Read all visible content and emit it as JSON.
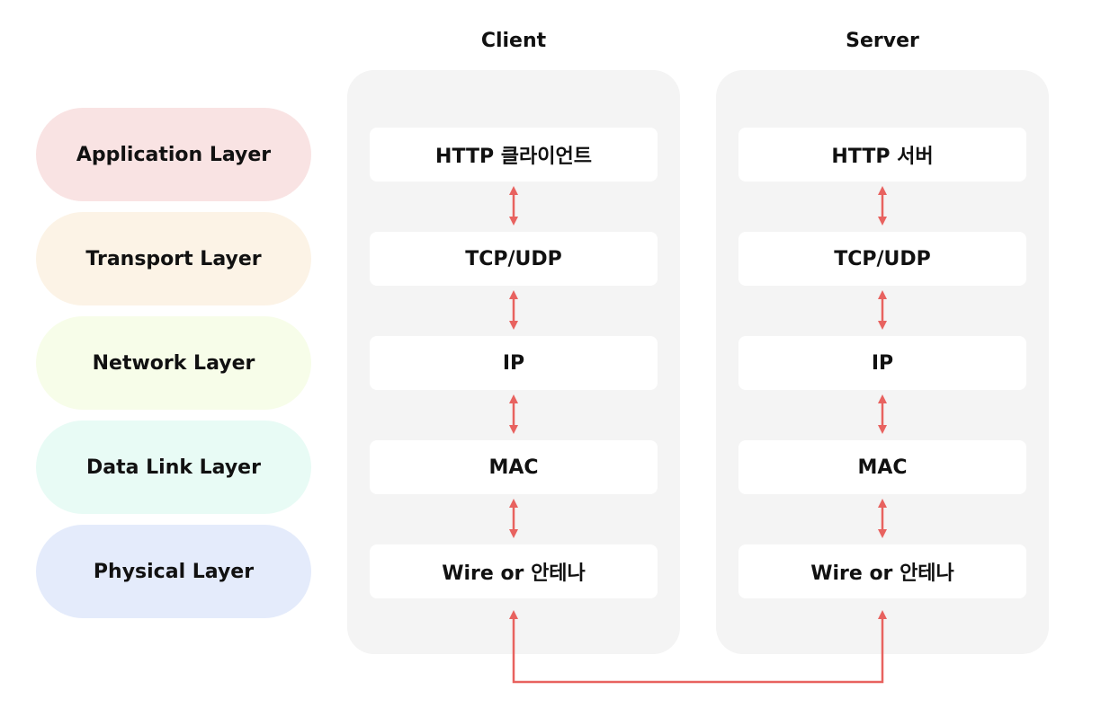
{
  "columns": {
    "client_title": "Client",
    "server_title": "Server"
  },
  "layers": [
    {
      "label": "Application Layer",
      "color": "#f9e3e3"
    },
    {
      "label": "Transport Layer",
      "color": "#fcf3e6"
    },
    {
      "label": "Network Layer",
      "color": "#f7fde9"
    },
    {
      "label": "Data Link Layer",
      "color": "#e8fbf5"
    },
    {
      "label": "Physical Layer",
      "color": "#e4ebfb"
    }
  ],
  "client": {
    "boxes": [
      "HTTP 클라이언트",
      "TCP/UDP",
      "IP",
      "MAC",
      "Wire or 안테나"
    ]
  },
  "server": {
    "boxes": [
      "HTTP 서버",
      "TCP/UDP",
      "IP",
      "MAC",
      "Wire or 안테나"
    ]
  },
  "colors": {
    "arrow": "#e8625f",
    "panel": "#f4f4f4"
  }
}
